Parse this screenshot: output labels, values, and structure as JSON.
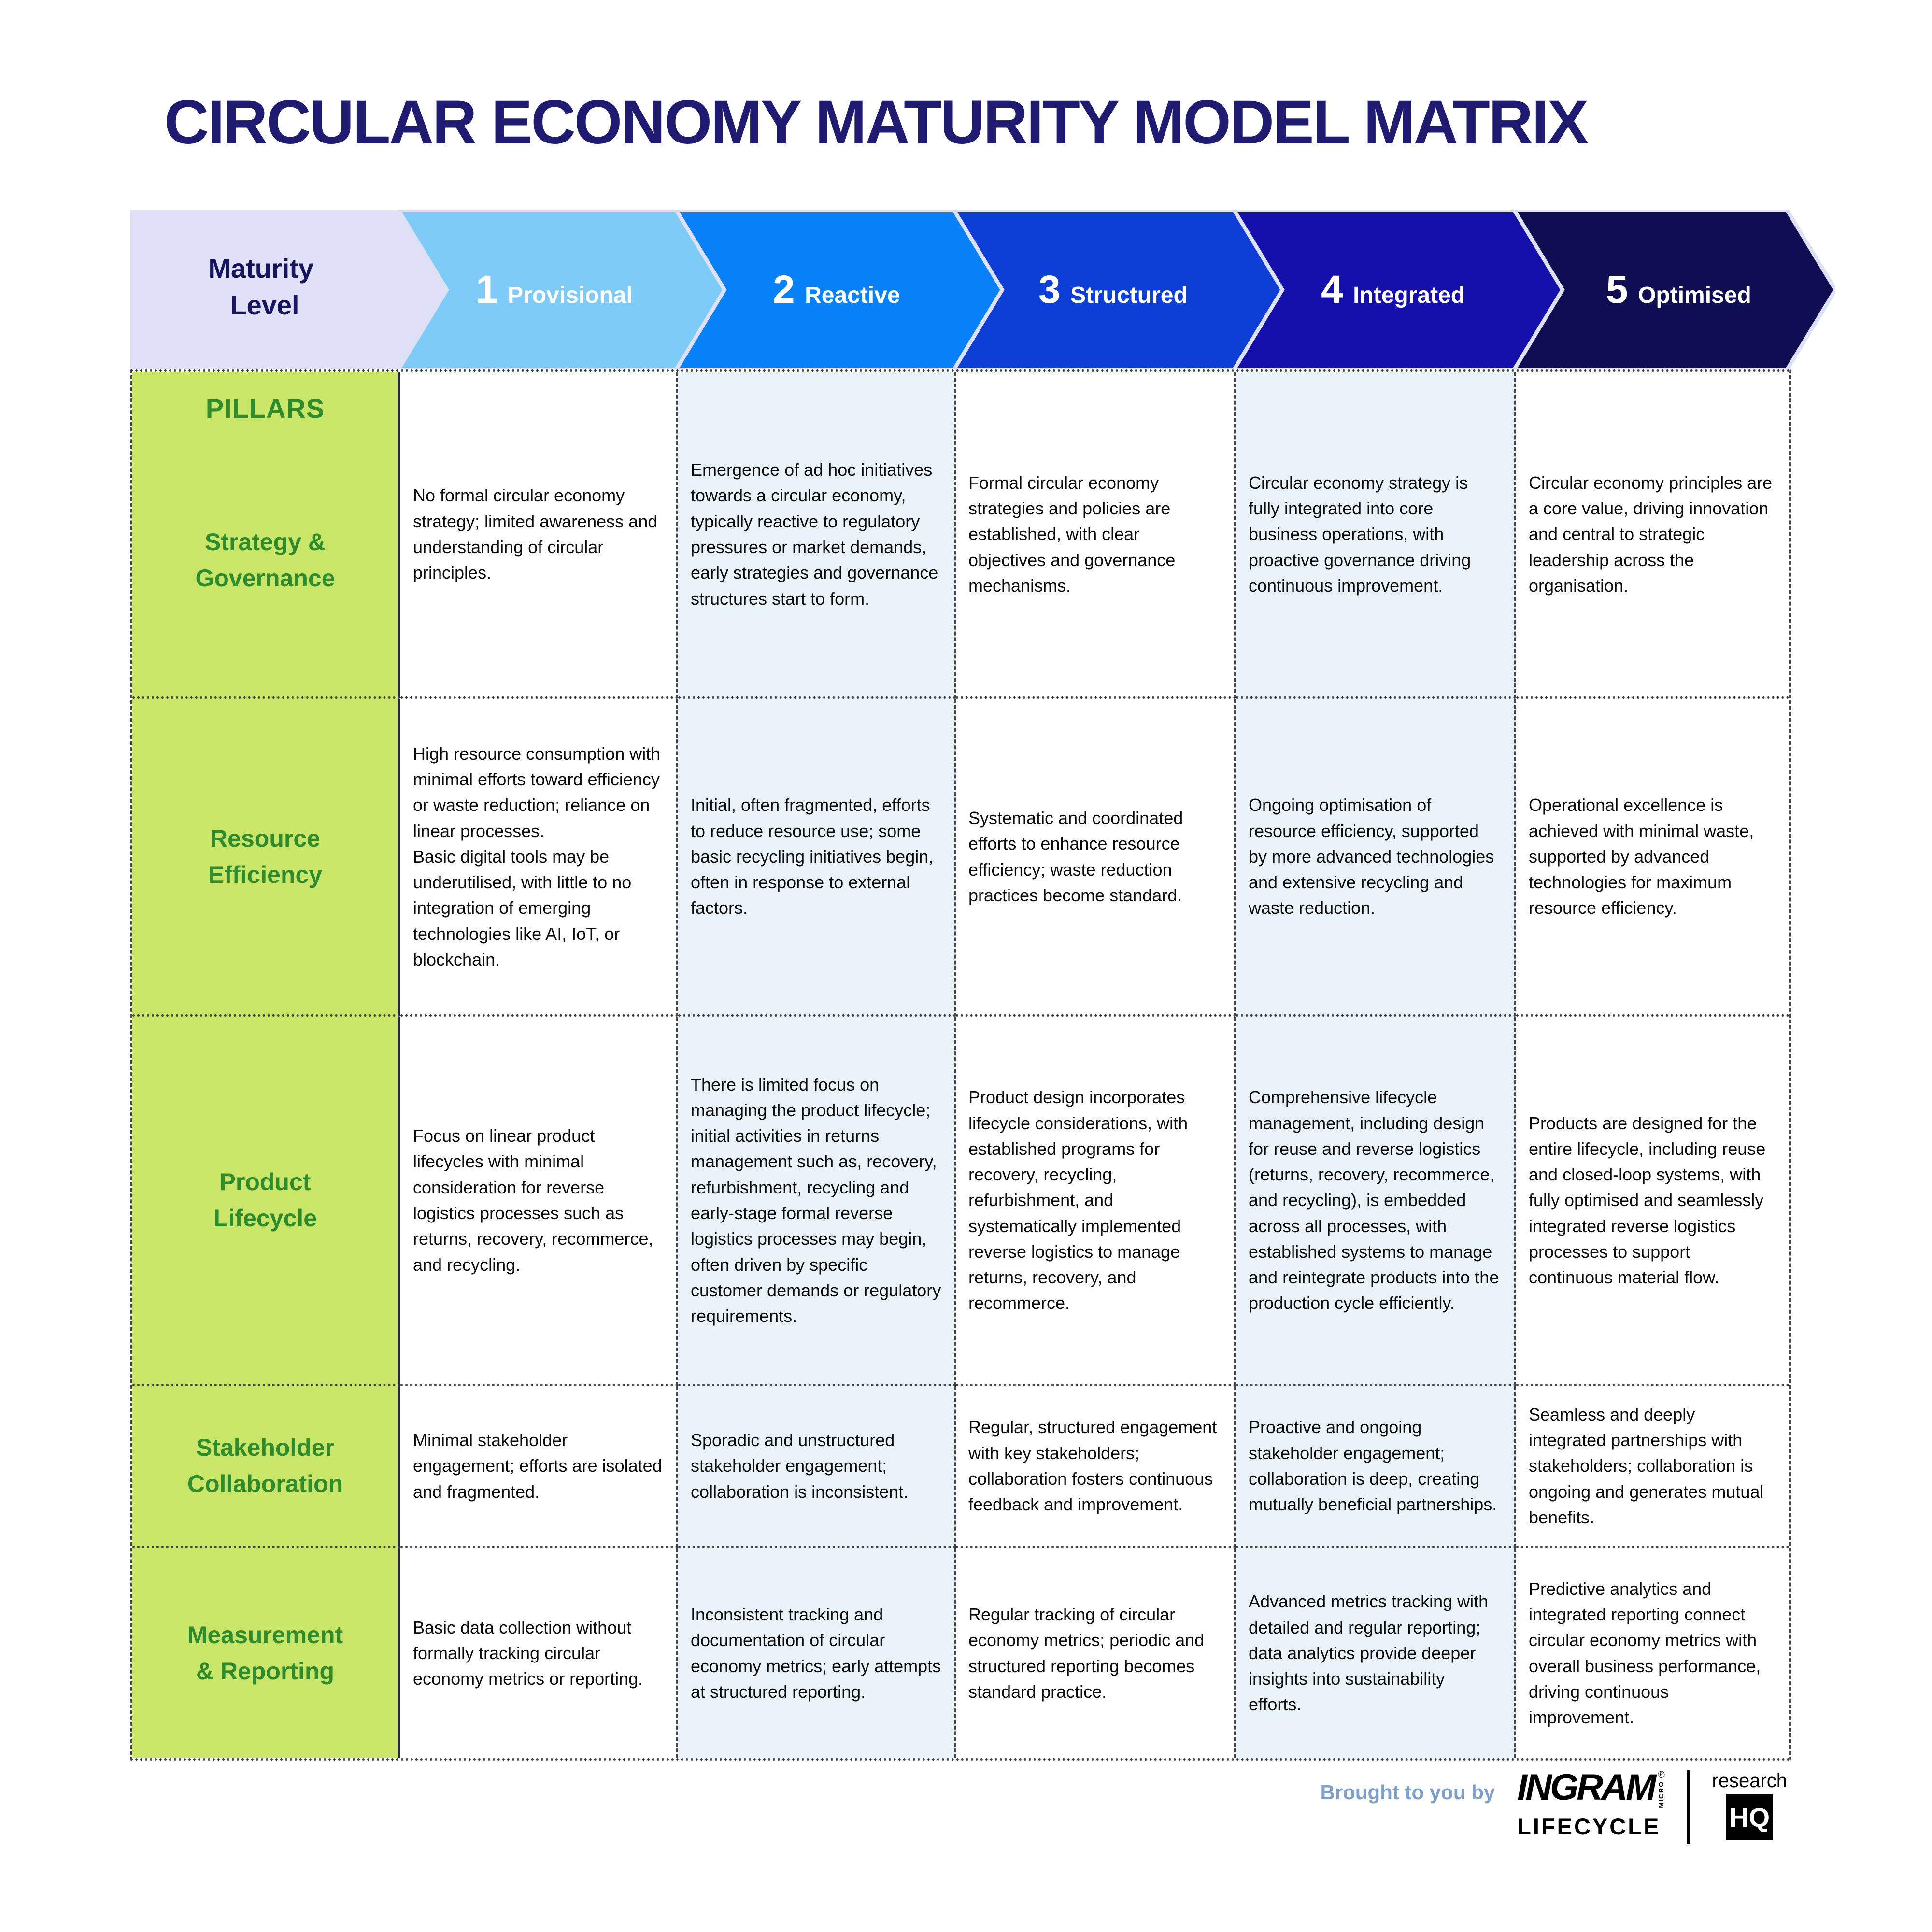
{
  "title": "CIRCULAR ECONOMY MATURITY MODEL MATRIX",
  "header": {
    "axis_label_lines": [
      "Maturity",
      "Level"
    ],
    "levels": [
      {
        "number": "1",
        "label": "Provisional",
        "color": "#7fcbf8"
      },
      {
        "number": "2",
        "label": "Reactive",
        "color": "#0780f8"
      },
      {
        "number": "3",
        "label": "Structured",
        "color": "#0d3fd6"
      },
      {
        "number": "4",
        "label": "Integrated",
        "color": "#1510ac"
      },
      {
        "number": "5",
        "label": "Optimised",
        "color": "#100e52"
      }
    ]
  },
  "pillars_header": "PILLARS",
  "rows": [
    {
      "pillar": "Strategy &\nGovernance",
      "cells": [
        "No formal circular economy strategy; limited awareness and understanding of circular principles.",
        "Emergence of ad hoc initiatives towards a circular economy, typically reactive to regulatory pressures or market demands, early strategies and governance structures start to form.",
        "Formal circular economy strategies and policies are established, with clear objectives and governance mechanisms.",
        "Circular economy strategy is fully integrated into core business operations, with proactive governance driving continuous improvement.",
        "Circular economy principles are a core value, driving innovation and central to strategic leadership across the organisation."
      ]
    },
    {
      "pillar": "Resource\nEfficiency",
      "cells": [
        "High resource consumption with minimal efforts toward efficiency or waste reduction; reliance on linear processes.\nBasic digital tools may be underutilised, with little to no integration of emerging technologies like AI, IoT, or blockchain.",
        "Initial, often fragmented, efforts to reduce resource use; some basic recycling initiatives begin, often in response to external factors.",
        "Systematic and coordinated efforts to enhance resource efficiency; waste reduction practices become standard.",
        "Ongoing optimisation of resource efficiency, supported by more advanced technologies and extensive recycling and waste reduction.",
        "Operational excellence is achieved with minimal waste, supported by advanced technologies for maximum resource efficiency."
      ]
    },
    {
      "pillar": "Product\nLifecycle",
      "cells": [
        "Focus on linear product lifecycles with minimal consideration for reverse logistics processes such as returns, recovery, recommerce, and recycling.",
        "There is limited focus on managing the product lifecycle; initial activities in returns management such as, recovery, refurbishment, recycling and early-stage formal reverse logistics processes may begin, often driven by specific customer demands or regulatory requirements.",
        "Product design incorporates lifecycle considerations, with established programs for recovery, recycling, refurbishment, and systematically implemented reverse logistics to manage returns, recovery, and recommerce.",
        "Comprehensive lifecycle management, including design for reuse and reverse logistics (returns, recovery, recommerce, and recycling), is embedded across all processes, with established systems to manage and reintegrate products into the production cycle efficiently.",
        "Products are designed for the entire lifecycle, including reuse and closed-loop systems, with fully optimised and seamlessly integrated reverse logistics processes to support continuous material flow."
      ]
    },
    {
      "pillar": "Stakeholder\nCollaboration",
      "cells": [
        "Minimal stakeholder engagement; efforts are isolated and fragmented.",
        "Sporadic and unstructured stakeholder engagement; collaboration is inconsistent.",
        "Regular, structured engagement with key stakeholders; collaboration fosters continuous feedback and improvement.",
        "Proactive and ongoing stakeholder engagement; collaboration is deep, creating mutually beneficial partnerships.",
        "Seamless and deeply integrated partnerships with stakeholders; collaboration is ongoing and generates mutual benefits."
      ]
    },
    {
      "pillar": "Measurement\n& Reporting",
      "cells": [
        "Basic data collection without formally tracking circular economy metrics or reporting.",
        "Inconsistent tracking and documentation of circular economy metrics; early attempts at structured reporting.",
        "Regular tracking of circular economy metrics; periodic and structured reporting becomes standard practice.",
        "Advanced metrics tracking with detailed and regular reporting; data analytics provide deeper insights into sustainability efforts.",
        "Predictive analytics and integrated reporting connect circular economy metrics with overall business performance, driving continuous improvement."
      ]
    }
  ],
  "footer": {
    "brought_label": "Brought to you by",
    "brand_wordmark": "INGRAM",
    "brand_micro": "MICRO",
    "brand_registered": "®",
    "brand_sub": "LIFECYCLE",
    "research_label": "research",
    "hq_label": "HQ"
  },
  "colors": {
    "title-ink": "#1e1b70",
    "axis-box-bg": "#e0e0f8",
    "axis-box-ink": "#16155e",
    "level-ink": "#ffffff",
    "pillar-bg": "#c9e669",
    "pillar-ink": "#2e8b2e",
    "alt-cell-bg": "#eaf2f9",
    "cell-ink": "#0a0a0a",
    "border-ink": "#454545",
    "footer-blue": "#7d9fca",
    "logo-ink": "#000000"
  }
}
